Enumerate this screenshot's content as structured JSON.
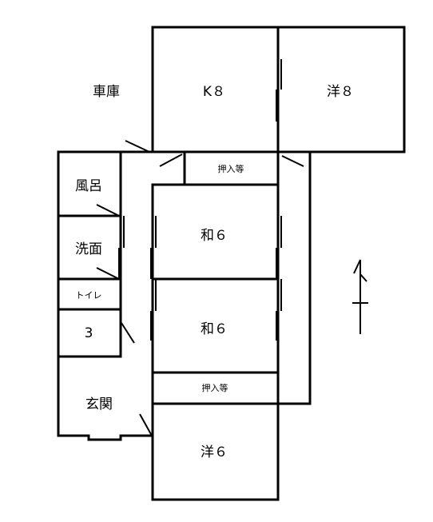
{
  "rooms": {
    "garage": "車庫",
    "kitchen": "K８",
    "western_8": "洋８",
    "bath": "風呂",
    "washroom": "洗面",
    "toilet": "トイレ",
    "storage_3": "3",
    "closet_upper": "押入等",
    "japanese_6_a": "和６",
    "japanese_6_b": "和６",
    "closet_lower": "押入等",
    "entrance": "玄関",
    "western_6": "洋６"
  },
  "compass": {
    "icon": "north-arrow-icon"
  }
}
